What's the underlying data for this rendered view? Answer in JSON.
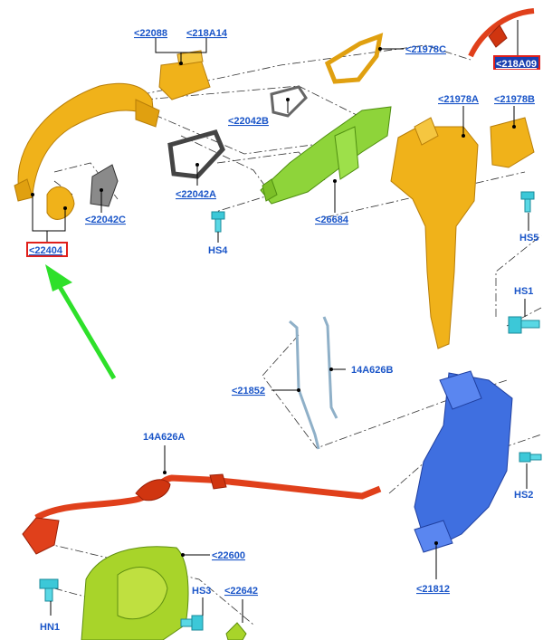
{
  "labels": {
    "p22088": "<22088",
    "p218A14": "<218A14",
    "p21978C": "<21978C",
    "p218A09": "<218A09",
    "p22042B": "<22042B",
    "p21978A": "<21978A",
    "p21978B": "<21978B",
    "p22042A": "<22042A",
    "p26684": "<26684",
    "p22042C": "<22042C",
    "p22404": "<22404",
    "hs4": "HS4",
    "hs5": "HS5",
    "hs1": "HS1",
    "p21852": "<21852",
    "p14A626B": "14A626B",
    "p14A626A": "14A626A",
    "hs2": "HS2",
    "p22600": "<22600",
    "hs3": "HS3",
    "p22642": "<22642",
    "hn1": "HN1",
    "p21812": "<21812"
  },
  "colors": {
    "label_text": "#1a55c8",
    "highlight_box": "#e0201b",
    "highlight_fill": "#1a3fb0",
    "arrow": "#2ee02a",
    "handle_gold": "#f0b21a",
    "bracket_green": "#8ed43a",
    "latch_blue": "#3f6fe0",
    "cable_red": "#e0401b",
    "trim_green": "#a8d42a",
    "fastener_cyan": "#3cc8d8",
    "gasket_gray": "#8a8a8a"
  },
  "highlighted_parts": [
    "<22404",
    "<218A09"
  ],
  "pointer_arrow_icon": "green-pointer-arrow-icon"
}
